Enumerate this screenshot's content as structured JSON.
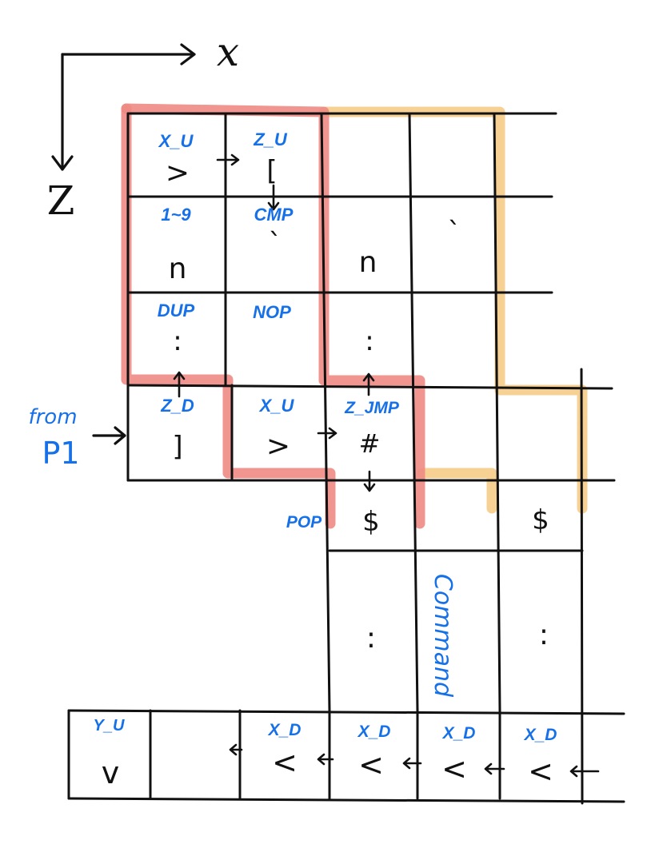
{
  "axes": {
    "x_label": "x",
    "z_label": "Z"
  },
  "from_label": {
    "line1": "from",
    "line2": "P1"
  },
  "command_label": "Command",
  "cells": {
    "r0c0": {
      "label": "X_U",
      "symbol": ">"
    },
    "r0c1": {
      "label": "Z_U",
      "symbol": "["
    },
    "r1c0": {
      "label": "1~9",
      "symbol": "n"
    },
    "r1c1": {
      "label": "CMP",
      "symbol": "`"
    },
    "r1c2": {
      "symbol": "n"
    },
    "r1c3": {
      "symbol": "`"
    },
    "r2c0": {
      "label": "DUP",
      "symbol": ":"
    },
    "r2c1": {
      "label": "NOP"
    },
    "r2c2": {
      "symbol": ":"
    },
    "r3c0": {
      "label": "Z_D",
      "symbol": "]"
    },
    "r3c1": {
      "label": "X_U",
      "symbol": ">"
    },
    "r3c2": {
      "label": "Z_JMP",
      "symbol": "#"
    },
    "r4c2": {
      "label": "POP",
      "symbol": "$"
    },
    "r4c4": {
      "symbol": "$"
    },
    "col2_dots": ":",
    "col4_dots": ":",
    "b0": {
      "label": "Y_U",
      "symbol": "v"
    },
    "b2": {
      "label": "X_D",
      "symbol": "<"
    },
    "b3": {
      "label": "X_D",
      "symbol": "<"
    },
    "b4": {
      "label": "X_D",
      "symbol": "<"
    },
    "b5": {
      "label": "X_D",
      "symbol": "<"
    }
  },
  "colors": {
    "red_highlight": "#ee8a84",
    "orange_highlight": "#f7cf8e",
    "label_blue": "#1670e8",
    "ink": "#111111"
  }
}
